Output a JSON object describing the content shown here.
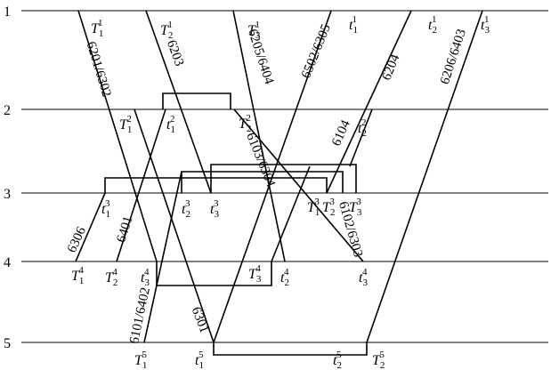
{
  "stations": [
    {
      "label": "1"
    },
    {
      "label": "2"
    },
    {
      "label": "3"
    },
    {
      "label": "4"
    },
    {
      "label": "5"
    }
  ],
  "trains": [
    {
      "number": "6201/6302"
    },
    {
      "number": "6203"
    },
    {
      "number": "6205/6404"
    },
    {
      "number": "6502/6305"
    },
    {
      "number": "6204"
    },
    {
      "number": "6206/6403"
    },
    {
      "number": "6104"
    },
    {
      "number": "6103/6304"
    },
    {
      "number": "6301"
    },
    {
      "number": "6102/6303"
    },
    {
      "number": "6306"
    },
    {
      "number": "6401"
    },
    {
      "number": "6101/6402"
    }
  ],
  "time_labels": [
    {
      "base": "T",
      "sub": "1",
      "sup": "1"
    },
    {
      "base": "T",
      "sub": "2",
      "sup": "1"
    },
    {
      "base": "T",
      "sub": "3",
      "sup": "1"
    },
    {
      "base": "t",
      "sub": "1",
      "sup": "1"
    },
    {
      "base": "t",
      "sub": "2",
      "sup": "1"
    },
    {
      "base": "t",
      "sub": "3",
      "sup": "1"
    },
    {
      "base": "T",
      "sub": "1",
      "sup": "2"
    },
    {
      "base": "t",
      "sub": "1",
      "sup": "2"
    },
    {
      "base": "T",
      "sub": "2",
      "sup": "2"
    },
    {
      "base": "t",
      "sub": "2",
      "sup": "2"
    },
    {
      "base": "t",
      "sub": "1",
      "sup": "3"
    },
    {
      "base": "t",
      "sub": "2",
      "sup": "3"
    },
    {
      "base": "t",
      "sub": "3",
      "sup": "3"
    },
    {
      "base": "T",
      "sub": "1",
      "sup": "3"
    },
    {
      "base": "T",
      "sub": "2",
      "sup": "3"
    },
    {
      "base": "T",
      "sub": "3",
      "sup": "3"
    },
    {
      "base": "T",
      "sub": "1",
      "sup": "4"
    },
    {
      "base": "T",
      "sub": "2",
      "sup": "4"
    },
    {
      "base": "t",
      "sub": "3",
      "sup": "4"
    },
    {
      "base": "T",
      "sub": "3",
      "sup": "4"
    },
    {
      "base": "t",
      "sub": "2",
      "sup": "4"
    },
    {
      "base": "t",
      "sub": "3",
      "sup": "4"
    },
    {
      "base": "T",
      "sub": "1",
      "sup": "5"
    },
    {
      "base": "t",
      "sub": "1",
      "sup": "5"
    },
    {
      "base": "t",
      "sub": "2",
      "sup": "5"
    },
    {
      "base": "T",
      "sub": "2",
      "sup": "5"
    }
  ]
}
